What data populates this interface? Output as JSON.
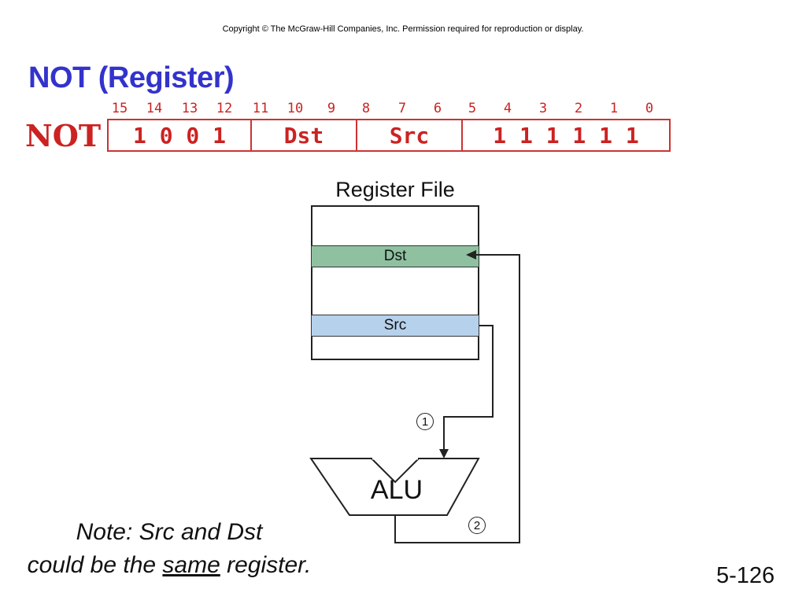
{
  "copyright": "Copyright © The McGraw-Hill Companies, Inc.  Permission required for reproduction or display.",
  "title": "NOT (Register)",
  "opcode_label": "NOT",
  "bit_numbers": [
    "15",
    "14",
    "13",
    "12",
    "11",
    "10",
    "9",
    "8",
    "7",
    "6",
    "5",
    "4",
    "3",
    "2",
    "1",
    "0"
  ],
  "instruction_fields": [
    {
      "text": "1 0 0 1"
    },
    {
      "text": "Dst"
    },
    {
      "text": "Src"
    },
    {
      "text": "1 1 1 1 1 1"
    }
  ],
  "register_file": {
    "title": "Register File",
    "dst_label": "Dst",
    "src_label": "Src"
  },
  "alu_label": "ALU",
  "step_markers": [
    "1",
    "2"
  ],
  "note": {
    "line1": "Note: Src and Dst",
    "line2_before": "could be the ",
    "line2_underlined": "same",
    "line2_after": " register."
  },
  "page_number": "5-126",
  "colors": {
    "title": "#3333cc",
    "instruction": "#cc2222",
    "dst_register": "#8fc1a1",
    "src_register": "#b6d1ec"
  }
}
